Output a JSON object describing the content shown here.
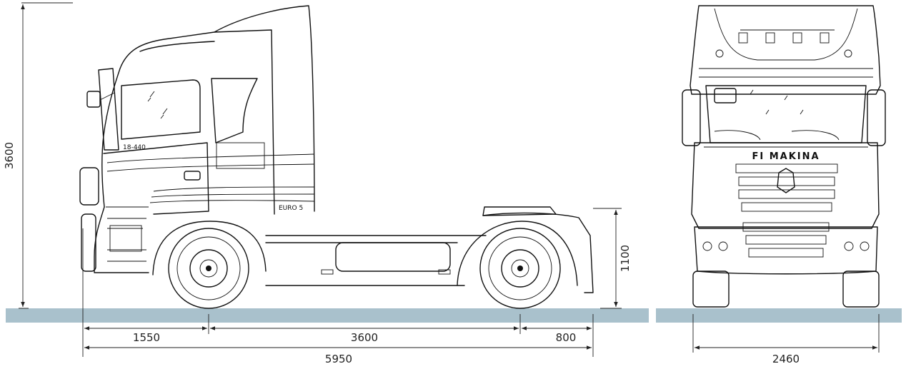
{
  "dimensions": {
    "total_height": "3600",
    "fifth_wheel_height": "1100",
    "front_overhang": "1550",
    "wheelbase": "3600",
    "rear_overhang": "800",
    "overall_length": "5950",
    "overall_width": "2460"
  },
  "labels": {
    "cab_door_model": "18-440",
    "emission_badge": "EURO 5",
    "grille_brand": "FI MAKINA"
  },
  "colors": {
    "ground": "#a9c1cc",
    "line": "#111111"
  }
}
